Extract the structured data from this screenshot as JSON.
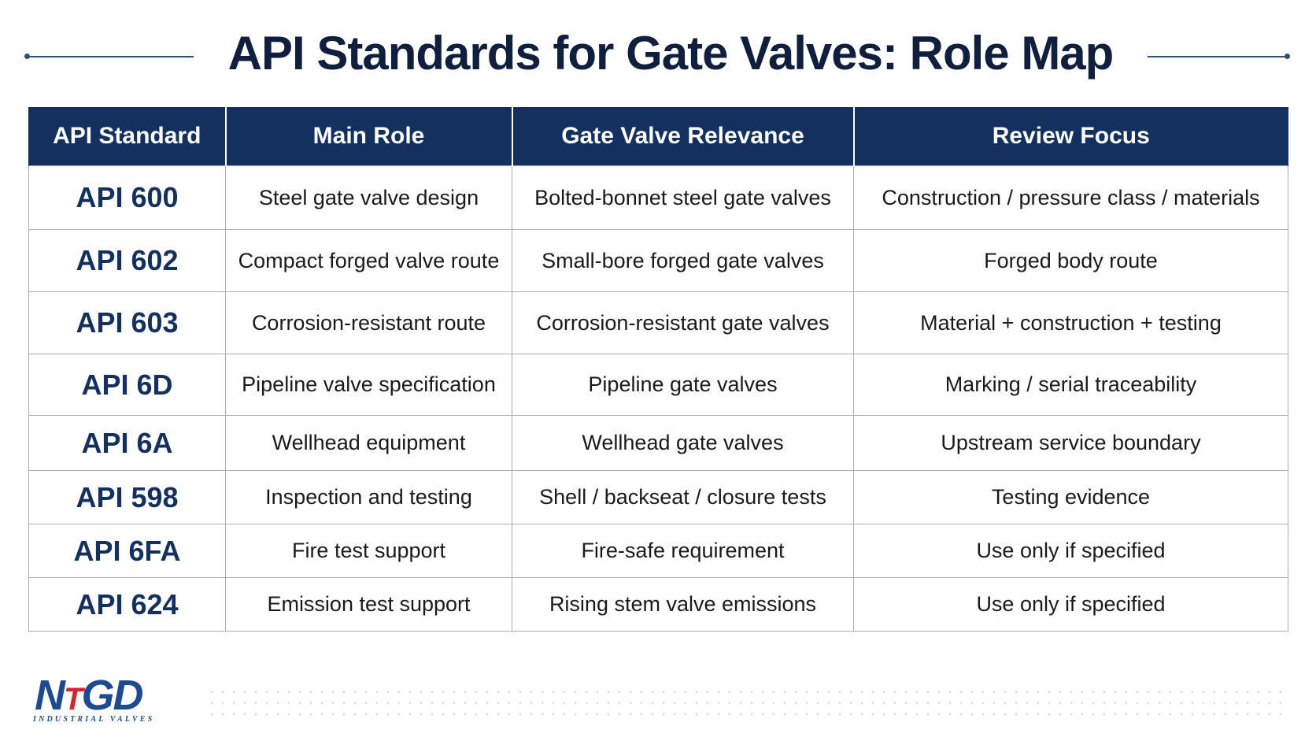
{
  "title": "API Standards for Gate Valves: Role Map",
  "table": {
    "headers": [
      "API Standard",
      "Main Role",
      "Gate Valve Relevance",
      "Review Focus"
    ],
    "rows": [
      [
        "API 600",
        "Steel gate valve design",
        "Bolted-bonnet steel gate valves",
        "Construction / pressure class / materials"
      ],
      [
        "API 602",
        "Compact forged valve route",
        "Small-bore forged gate valves",
        "Forged body route"
      ],
      [
        "API 603",
        "Corrosion-resistant route",
        "Corrosion-resistant gate valves",
        "Material + construction + testing"
      ],
      [
        "API 6D",
        "Pipeline valve specification",
        "Pipeline gate valves",
        "Marking / serial traceability"
      ],
      [
        "API 6A",
        "Wellhead equipment",
        "Wellhead gate valves",
        "Upstream service boundary"
      ],
      [
        "API 598",
        "Inspection and testing",
        "Shell / backseat / closure tests",
        "Testing evidence"
      ],
      [
        "API 6FA",
        "Fire test support",
        "Fire-safe requirement",
        "Use only if specified"
      ],
      [
        "API 624",
        "Emission test support",
        "Rising stem valve emissions",
        "Use only if specified"
      ]
    ]
  },
  "logo": {
    "text_before": "N",
    "text_t": "T",
    "text_after": "GD",
    "tagline": "INDUSTRIAL VALVES"
  },
  "colors": {
    "header_bg": "#13305e",
    "standard_text": "#13305e",
    "title_text": "#0f1f3d",
    "logo_blue": "#1e4a8f",
    "logo_red": "#d22630"
  }
}
